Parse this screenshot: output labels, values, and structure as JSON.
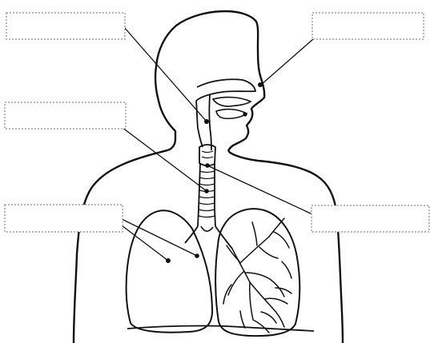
{
  "diagram": {
    "subject": "respiratory-system",
    "line_color": "#111111",
    "box_border_color": "#8a8a8a",
    "box_fill_color": "#ffffff",
    "labels": [
      {
        "id": "label-box-top-left",
        "text": ""
      },
      {
        "id": "label-box-top-right",
        "text": ""
      },
      {
        "id": "label-box-mid-left",
        "text": ""
      },
      {
        "id": "label-box-lower-left",
        "text": ""
      },
      {
        "id": "label-box-mid-right",
        "text": ""
      }
    ]
  }
}
